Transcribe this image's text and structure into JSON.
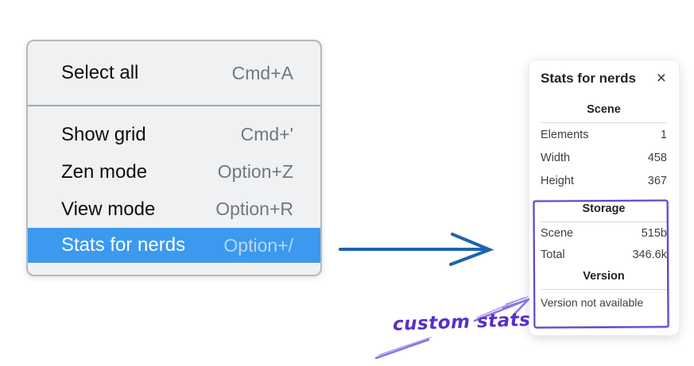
{
  "menu": {
    "items": [
      {
        "label": "Select all",
        "shortcut": "Cmd+A",
        "selected": false
      },
      {
        "label": "Show grid",
        "shortcut": "Cmd+'",
        "selected": false
      },
      {
        "label": "Zen mode",
        "shortcut": "Option+Z",
        "selected": false
      },
      {
        "label": "View mode",
        "shortcut": "Option+R",
        "selected": false
      },
      {
        "label": "Stats for nerds",
        "shortcut": "Option+/",
        "selected": true
      }
    ]
  },
  "panel": {
    "title": "Stats for nerds",
    "close_icon": "×",
    "scene": {
      "header": "Scene",
      "rows": [
        {
          "label": "Elements",
          "value": "1"
        },
        {
          "label": "Width",
          "value": "458"
        },
        {
          "label": "Height",
          "value": "367"
        }
      ]
    },
    "storage": {
      "header": "Storage",
      "rows": [
        {
          "label": "Scene",
          "value": "515b"
        },
        {
          "label": "Total",
          "value": "346.6k"
        }
      ]
    },
    "version": {
      "header": "Version",
      "note": "Version not available"
    }
  },
  "annotation": {
    "label": "custom stats"
  },
  "colors": {
    "menu_highlight": "#3b99ef",
    "flow_arrow_blue": "#1e63b0",
    "annotation_purple": "#5b2fc9",
    "annotation_arrow": "#8a75e3",
    "custom_box_purple": "#5a40c9"
  }
}
